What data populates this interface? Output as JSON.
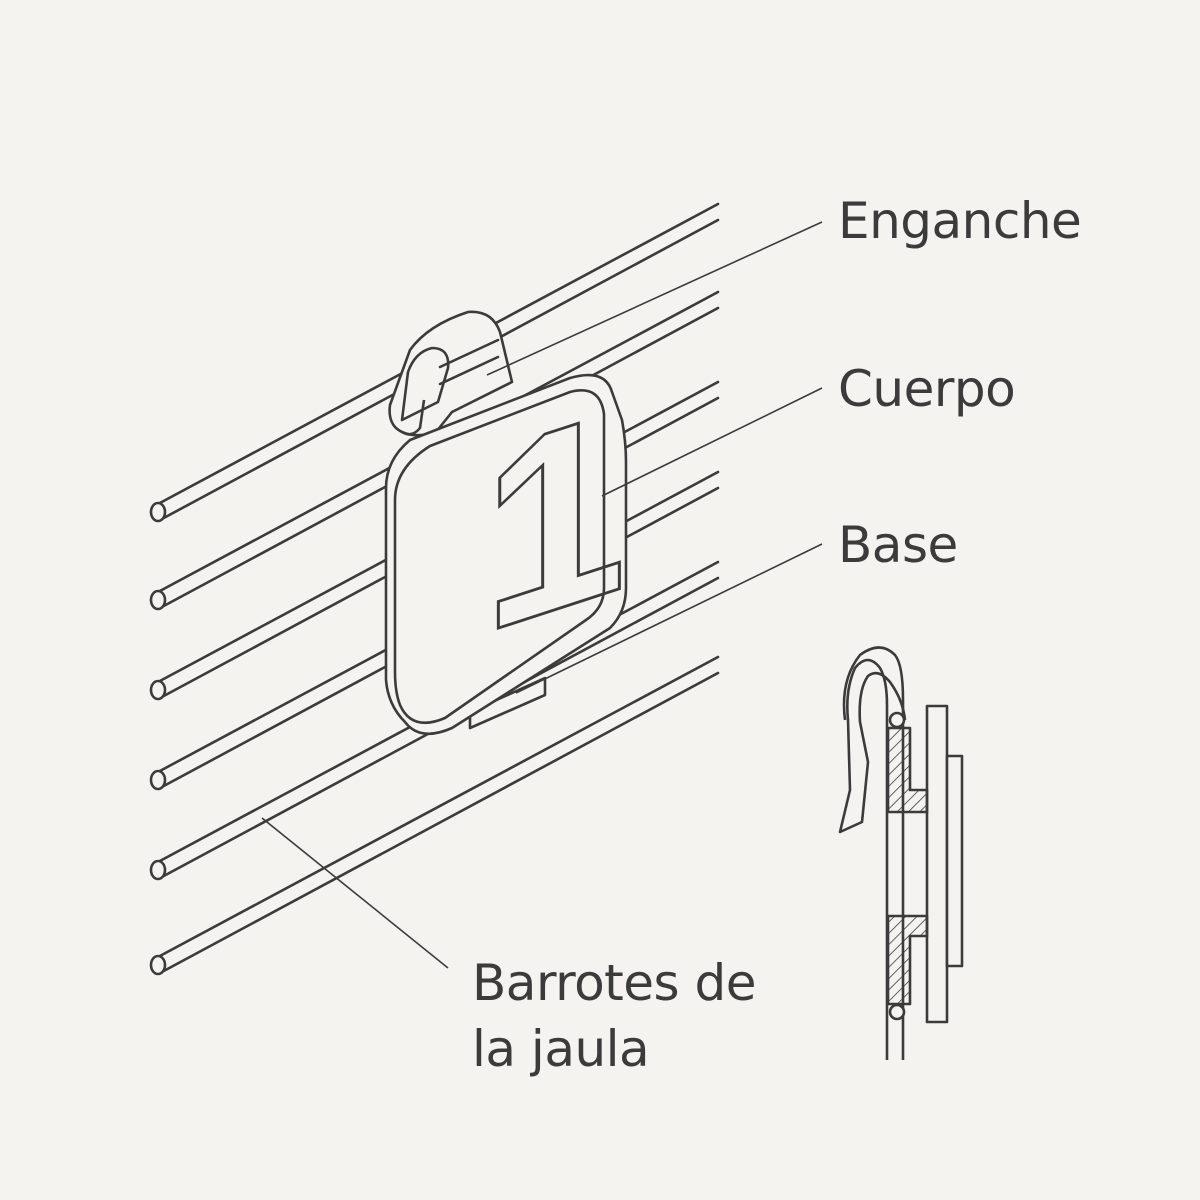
{
  "diagram": {
    "tag_number": "1",
    "labels": {
      "hook": "Enganche",
      "body": "Cuerpo",
      "base": "Base",
      "bars_line1": "Barrotes de",
      "bars_line2": "la jaula"
    },
    "colors": {
      "background": "#f4f3ef",
      "stroke": "#3b3b3b",
      "text": "#3b3b3b"
    }
  }
}
